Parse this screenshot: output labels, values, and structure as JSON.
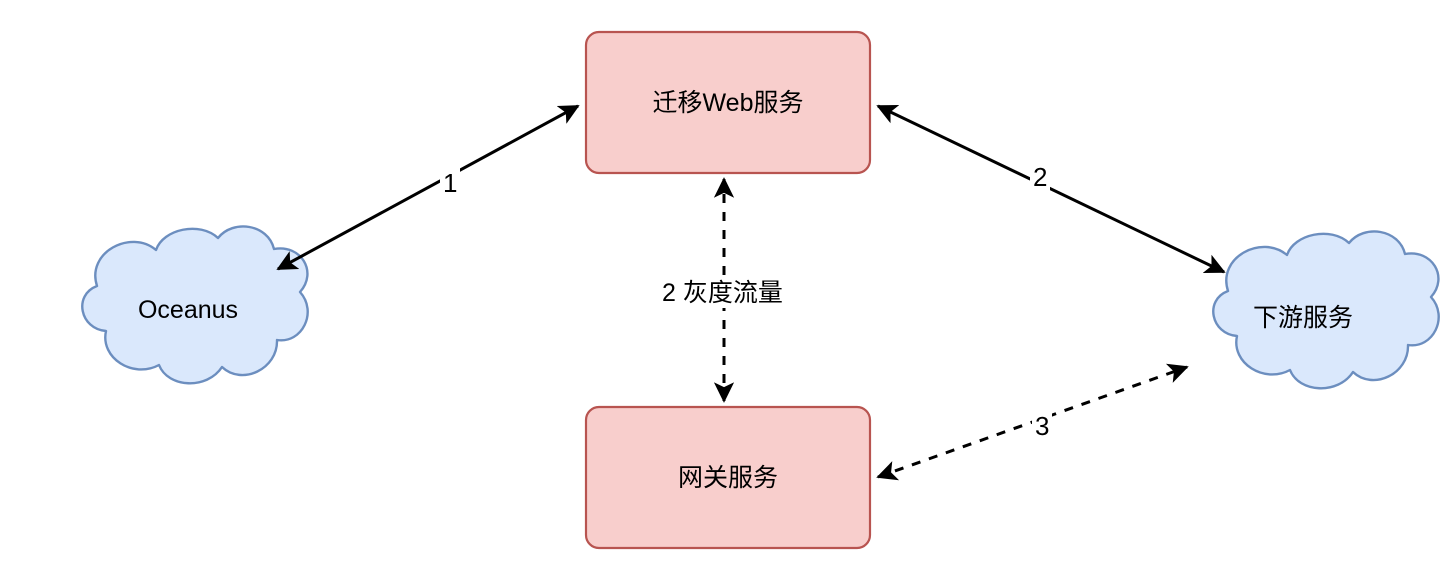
{
  "diagram": {
    "title": "",
    "background": "#ffffff",
    "theme": {
      "box_fill": "#f8cecc",
      "box_stroke": "#b85450",
      "cloud_fill": "#dae8fc",
      "cloud_stroke": "#6c8ebf",
      "edge_stroke": "#000000",
      "text_color": "#000000"
    },
    "nodes": [
      {
        "id": "migration-web-service",
        "label": "迁移Web服务",
        "shape": "rounded-rectangle",
        "fill": "#f8cecc",
        "stroke": "#b85450"
      },
      {
        "id": "gateway-service",
        "label": "网关服务",
        "shape": "rounded-rectangle",
        "fill": "#f8cecc",
        "stroke": "#b85450"
      },
      {
        "id": "oceanus",
        "label": "Oceanus",
        "shape": "cloud",
        "fill": "#dae8fc",
        "stroke": "#6c8ebf"
      },
      {
        "id": "downstream-service",
        "label": "下游服务",
        "shape": "cloud",
        "fill": "#dae8fc",
        "stroke": "#6c8ebf"
      }
    ],
    "edges": [
      {
        "id": "edge-oceanus-web",
        "label": "1",
        "style": "solid",
        "arrows": "both",
        "from": "oceanus",
        "to": "migration-web-service"
      },
      {
        "id": "edge-web-downstream",
        "label": "2",
        "style": "solid",
        "arrows": "both",
        "from": "migration-web-service",
        "to": "downstream-service"
      },
      {
        "id": "edge-web-gateway",
        "label": "2 灰度流量",
        "style": "dashed",
        "arrows": "both",
        "from": "gateway-service",
        "to": "migration-web-service"
      },
      {
        "id": "edge-gateway-downstream",
        "label": "3",
        "style": "dashed",
        "arrows": "both",
        "from": "gateway-service",
        "to": "downstream-service"
      }
    ]
  }
}
